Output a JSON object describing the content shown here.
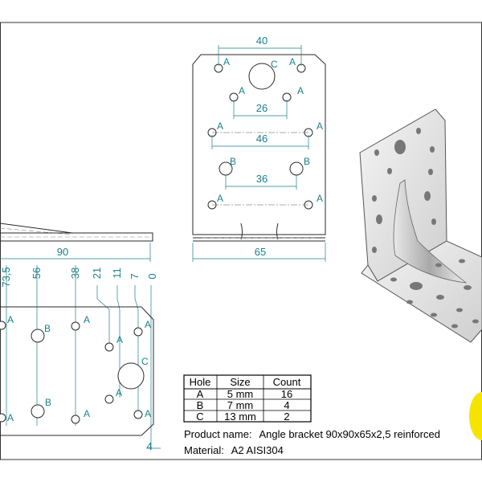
{
  "top_view": {
    "dims": {
      "d40": "40",
      "d26": "26",
      "d46": "46",
      "d36": "36",
      "d65": "65"
    },
    "labels": {
      "A": "A",
      "B": "B",
      "C": "C"
    }
  },
  "side_view": {
    "dims": {
      "d90": "90",
      "d73": "73,5",
      "d56": "56",
      "d38": "38",
      "d21": "21",
      "d11": "11",
      "d7": "7",
      "d0": "0",
      "d4": "4"
    },
    "labels": {
      "A": "A",
      "B": "B",
      "C": "C"
    }
  },
  "hole_table": {
    "headers": [
      "Hole",
      "Size",
      "Count"
    ],
    "rows": [
      [
        "A",
        "5 mm",
        "16"
      ],
      [
        "B",
        "7 mm",
        "4"
      ],
      [
        "C",
        "13 mm",
        "2"
      ]
    ]
  },
  "product": {
    "name_label": "Product name:",
    "name_value": "Angle bracket 90x90x65x2,5 reinforced",
    "material_label": "Material:",
    "material_value": "A2 AISI304"
  },
  "colors": {
    "dimension": "#1a7f8a",
    "ink": "#2a2a2a",
    "accent_yellow": "#f5e400"
  }
}
